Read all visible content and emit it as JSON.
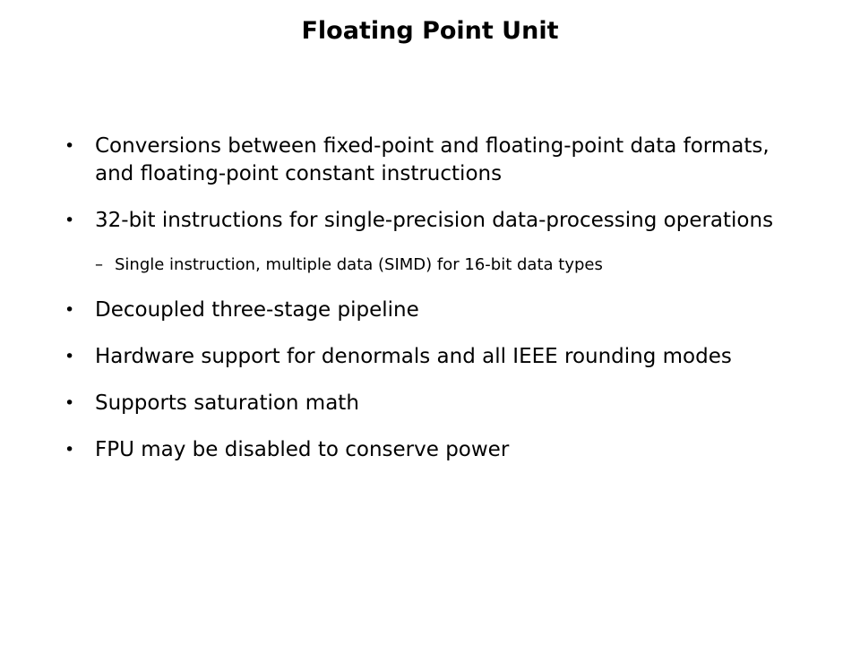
{
  "slide": {
    "title": "Floating Point Unit",
    "background_color": "#ffffff",
    "text_color": "#000000",
    "bullet_glyph": "•",
    "subbullet_glyph": "–",
    "items": [
      {
        "level": 1,
        "marker": "•",
        "text": "Conversions between fixed-point and floating-point data formats, and floating-point constant instructions"
      },
      {
        "level": 1,
        "marker": "•",
        "text": "32-bit instructions for single-precision data-processing operations"
      },
      {
        "level": 2,
        "marker": "–",
        "text": "Single instruction, multiple data (SIMD) for 16-bit data types"
      },
      {
        "level": 1,
        "marker": "•",
        "text": "Decoupled three-stage pipeline"
      },
      {
        "level": 1,
        "marker": "•",
        "text": "Hardware support for denormals and all IEEE rounding modes"
      },
      {
        "level": 1,
        "marker": "•",
        "text": "Supports saturation math"
      },
      {
        "level": 1,
        "marker": "•",
        "text": "FPU may be disabled to conserve power"
      }
    ]
  }
}
